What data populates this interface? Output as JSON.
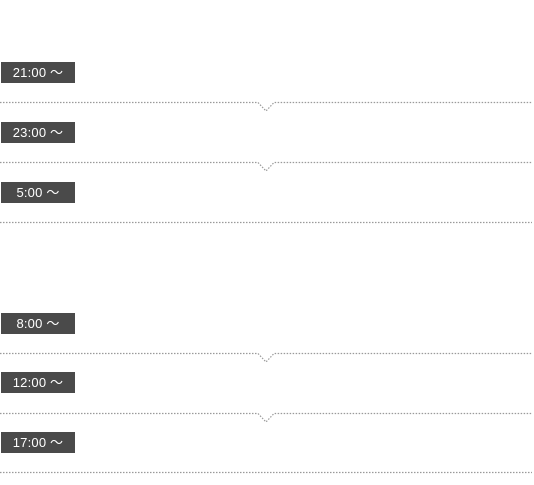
{
  "schedule": {
    "night": [
      {
        "time": "21:00 ～"
      },
      {
        "time": "23:00 ～"
      },
      {
        "time": "5:00 ～"
      }
    ],
    "day": [
      {
        "time": "8:00 ～"
      },
      {
        "time": "12:00 ～"
      },
      {
        "time": "17:00 ～"
      }
    ]
  },
  "colors": {
    "tag_background": "#4a4a4a",
    "tag_text": "#ffffff",
    "divider": "#9a9a9a"
  }
}
